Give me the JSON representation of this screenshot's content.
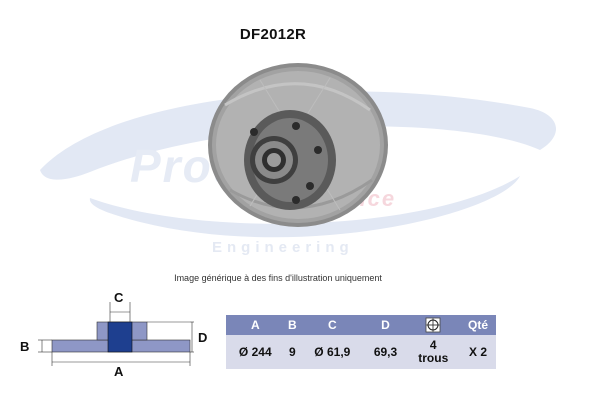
{
  "product": {
    "reference": "DF2012R"
  },
  "watermark": {
    "brand": "ProtecDis",
    "sub": "France",
    "tagline": "Engineering"
  },
  "caption": "Image générique à des fins d'illustration uniquement",
  "diagram": {
    "label_a": "A",
    "label_b": "B",
    "label_c": "C",
    "label_d": "D"
  },
  "specs": {
    "headers": {
      "a": "A",
      "b": "B",
      "c": "C",
      "d": "D",
      "holes_icon": "bolt-hole-icon",
      "qty": "Qté"
    },
    "values": {
      "a": "Ø 244",
      "b": "9",
      "c": "Ø 61,9",
      "d": "69,3",
      "holes_count": "4",
      "holes_unit": "trous",
      "qty": "X 2"
    }
  },
  "colors": {
    "header_bg": "#7a86b8",
    "cell_bg": "#d9dbea",
    "swoosh": "#dfe6f3",
    "diagram_fill": "#8e97c6",
    "hub_fill": "#1e3f8f"
  }
}
